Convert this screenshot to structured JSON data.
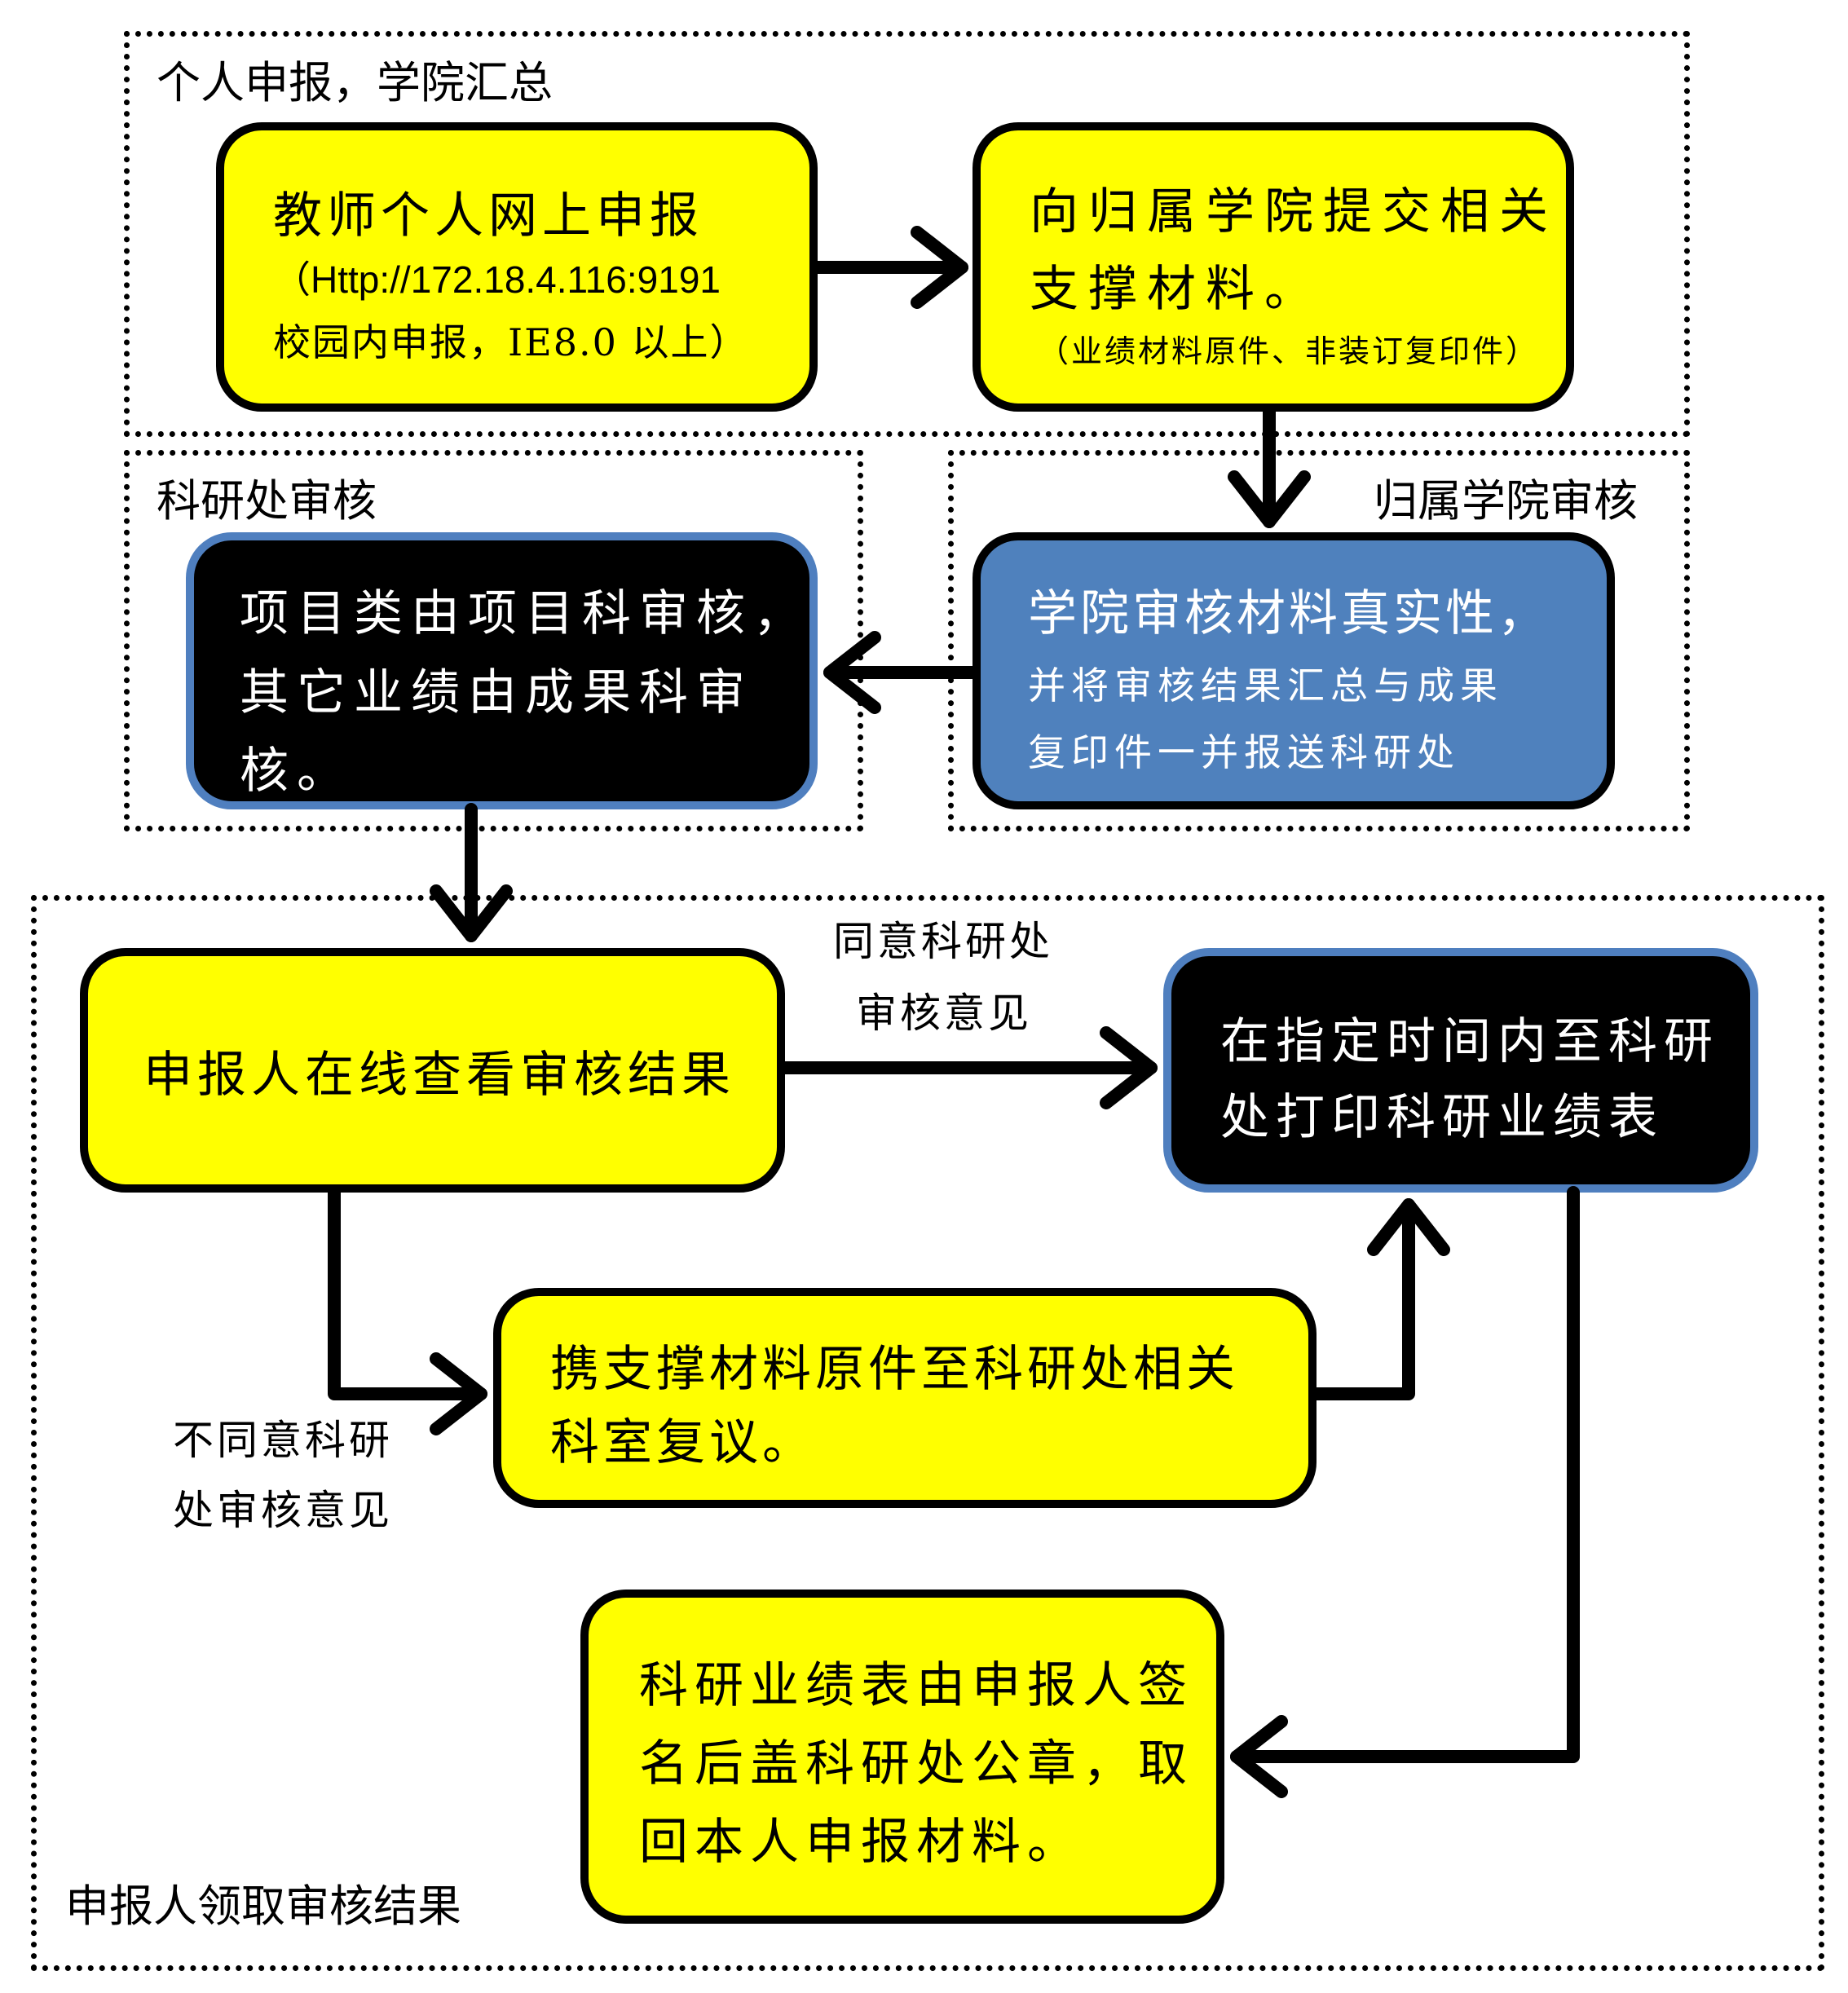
{
  "regions": {
    "personal": "个人申报，学院汇总",
    "research_review": "科研处审核",
    "college_review": "归属学院审核",
    "result": "申报人领取审核结果"
  },
  "nodes": {
    "online_apply": {
      "line1": "教师个人网上申报",
      "line2": "（Http://172.18.4.116:9191",
      "line3": "校园内申报，IE8.0 以上）"
    },
    "submit_materials": {
      "line1": "向归属学院提交相关",
      "line2": "支撑材料。",
      "line3": "（业绩材料原件、非装订复印件）"
    },
    "research_office_review": {
      "line1": "项目类由项目科审核，",
      "line2": "其它业绩由成果科审",
      "line3": "核。"
    },
    "college_verify": {
      "line1": "学院审核材料真实性，",
      "line2": "并将审核结果汇总与成果",
      "line3": "复印件一并报送科研处"
    },
    "check_result": {
      "line1": "申报人在线查看审核结果"
    },
    "print_table": {
      "line1": "在指定时间内至科研",
      "line2": "处打印科研业绩表"
    },
    "recheck": {
      "line1": "携支撑材料原件至科研处相关",
      "line2": "科室复议。"
    },
    "sign_stamp": {
      "line1": "科研业绩表由申报人签",
      "line2": "名后盖科研处公章，取",
      "line3": "回本人申报材料。"
    }
  },
  "edges": {
    "agree": {
      "line1": "同意科研处",
      "line2": "审核意见"
    },
    "disagree": {
      "line1": "不同意科研",
      "line2": "处审核意见"
    }
  }
}
